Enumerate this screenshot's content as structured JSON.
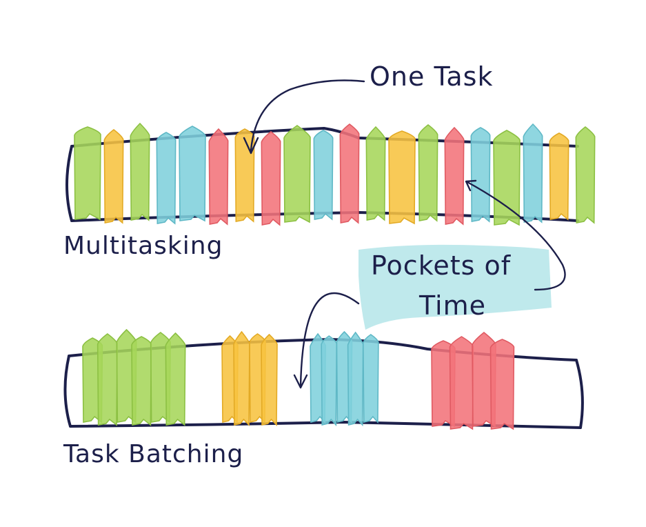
{
  "labels": {
    "one_task": "One Task",
    "multitasking": "Multitasking",
    "pockets_line1": "Pockets of",
    "pockets_line2": "Time",
    "task_batching": "Task Batching"
  },
  "colors": {
    "ink": "#1c1f4a",
    "green": "#a6d65a",
    "yellow": "#f7c340",
    "blue": "#7fd0dc",
    "red": "#f2737a",
    "pocket_highlight": "#bfe9ec"
  },
  "multitasking_sequence": [
    "green",
    "yellow",
    "green",
    "blue",
    "blue",
    "red",
    "yellow",
    "red",
    "green",
    "blue",
    "red",
    "green",
    "yellow",
    "green",
    "red",
    "blue",
    "green",
    "blue",
    "yellow",
    "green"
  ],
  "task_batching_groups": [
    {
      "color": "green",
      "count": 6
    },
    {
      "color": "yellow",
      "count": 4
    },
    {
      "color": "blue",
      "count": 5
    },
    {
      "color": "red",
      "count": 4
    }
  ]
}
